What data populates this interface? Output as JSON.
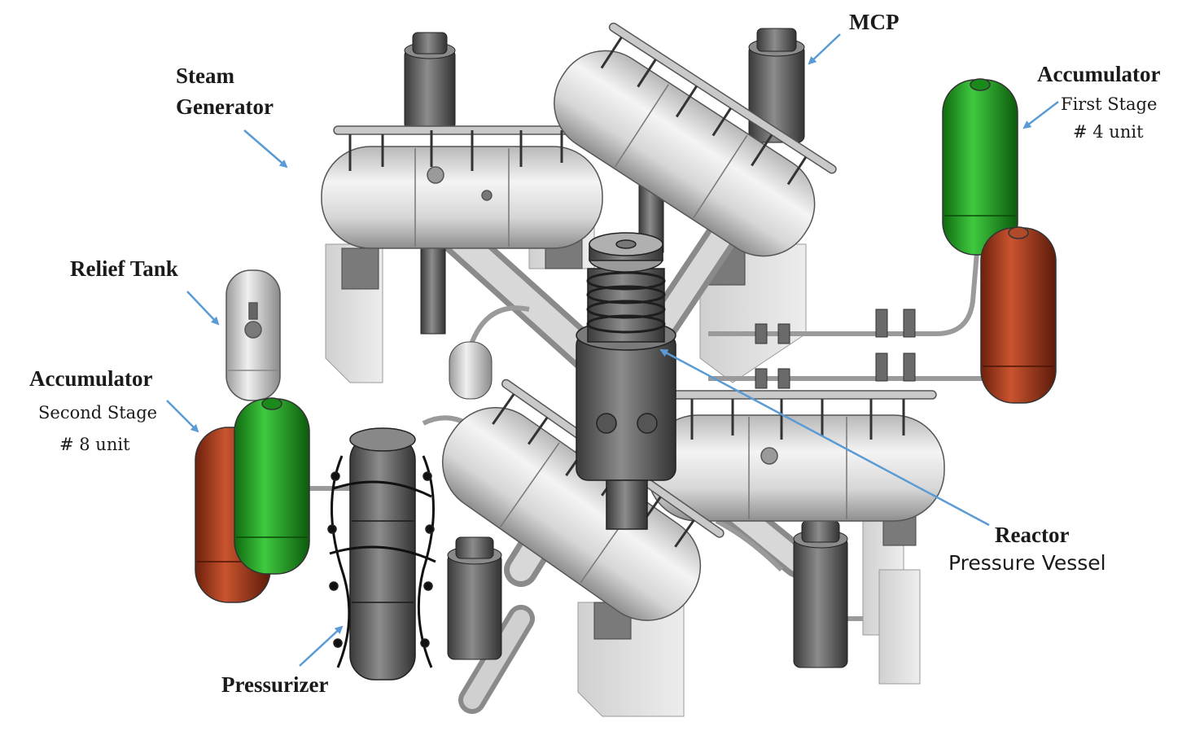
{
  "labels": {
    "mcp": "MCP",
    "steam_generator_line1": "Steam",
    "steam_generator_line2": "Generator",
    "accumulator_first": "Accumulator",
    "first_stage": "First Stage",
    "first_units": "# 4 unit",
    "relief_tank": "Relief Tank",
    "accumulator_second": "Accumulator",
    "second_stage": "Second Stage",
    "second_units": "# 8 unit",
    "reactor_line1": "Reactor",
    "reactor_line2": "Pressure Vessel",
    "pressurizer": "Pressurizer"
  },
  "colors": {
    "arrow": "#5b9bd5",
    "accumulator_green": "#1f9a1f",
    "accumulator_red": "#a8381c",
    "vessel_light": "#dcdcdc",
    "vessel_dark": "#6a6a6a",
    "label_text": "#1a1a1a"
  }
}
